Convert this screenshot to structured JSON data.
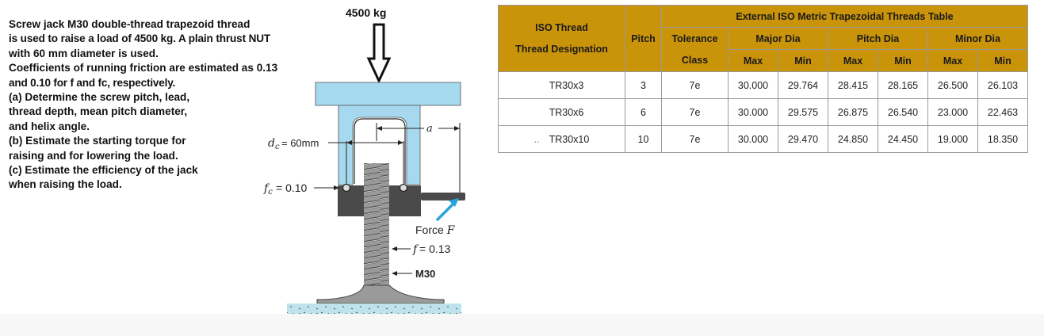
{
  "problem": {
    "lines": [
      "Screw jack M30 double-thread trapezoid thread",
      "is used to raise a load of   4500 kg. A plain thrust NUT",
      "with 60 mm diameter is used.",
      "Coefficients of running friction are estimated as 0.13",
      "and 0.10 for f and fc, respectively.",
      "(a) Determine the screw pitch, lead,",
      "thread depth, mean pitch diameter,",
      "and helix angle.",
      "(b) Estimate the starting torque for",
      "raising and for lowering the load.",
      "(c) Estimate the efficiency of the jack",
      "when raising the load."
    ]
  },
  "figure": {
    "load": "4500 kg",
    "dc_label": "= 60mm",
    "fc_label": "= 0.10",
    "a_label": "a",
    "force_label": "Force",
    "force_symbol": "F",
    "f_label": "= 0.13",
    "thread_label": "M30",
    "colors": {
      "light_blue": "#a6d9ef",
      "dark_gray": "#4a4a4a",
      "thread": "#777777",
      "ground": "#bfe3ec",
      "arrow": "#2aa3d8"
    }
  },
  "table": {
    "title": "External ISO Metric Trapezoidal Threads Table",
    "designation_header": [
      "ISO Thread",
      "Thread Designation"
    ],
    "pitch_header": "Pitch",
    "tolerance_header": [
      "Tolerance",
      "Class"
    ],
    "groups": [
      "Major Dia",
      "Pitch Dia",
      "Minor Dia"
    ],
    "sub": [
      "Max",
      "Min",
      "Max",
      "Min",
      "Max",
      "Min"
    ],
    "rows": [
      {
        "prefix": "",
        "designation": "TR30x3",
        "pitch": "3",
        "tol": "7e",
        "vals": [
          "30.000",
          "29.764",
          "28.415",
          "28.165",
          "26.500",
          "26.103"
        ]
      },
      {
        "prefix": "",
        "designation": "TR30x6",
        "pitch": "6",
        "tol": "7e",
        "vals": [
          "30.000",
          "29.575",
          "26.875",
          "26.540",
          "23.000",
          "22.463"
        ]
      },
      {
        "prefix": "..",
        "designation": "TR30x10",
        "pitch": "10",
        "tol": "7e",
        "vals": [
          "30.000",
          "29.470",
          "24.850",
          "24.450",
          "19.000",
          "18.350"
        ]
      }
    ],
    "header_color": "#c9930a"
  }
}
